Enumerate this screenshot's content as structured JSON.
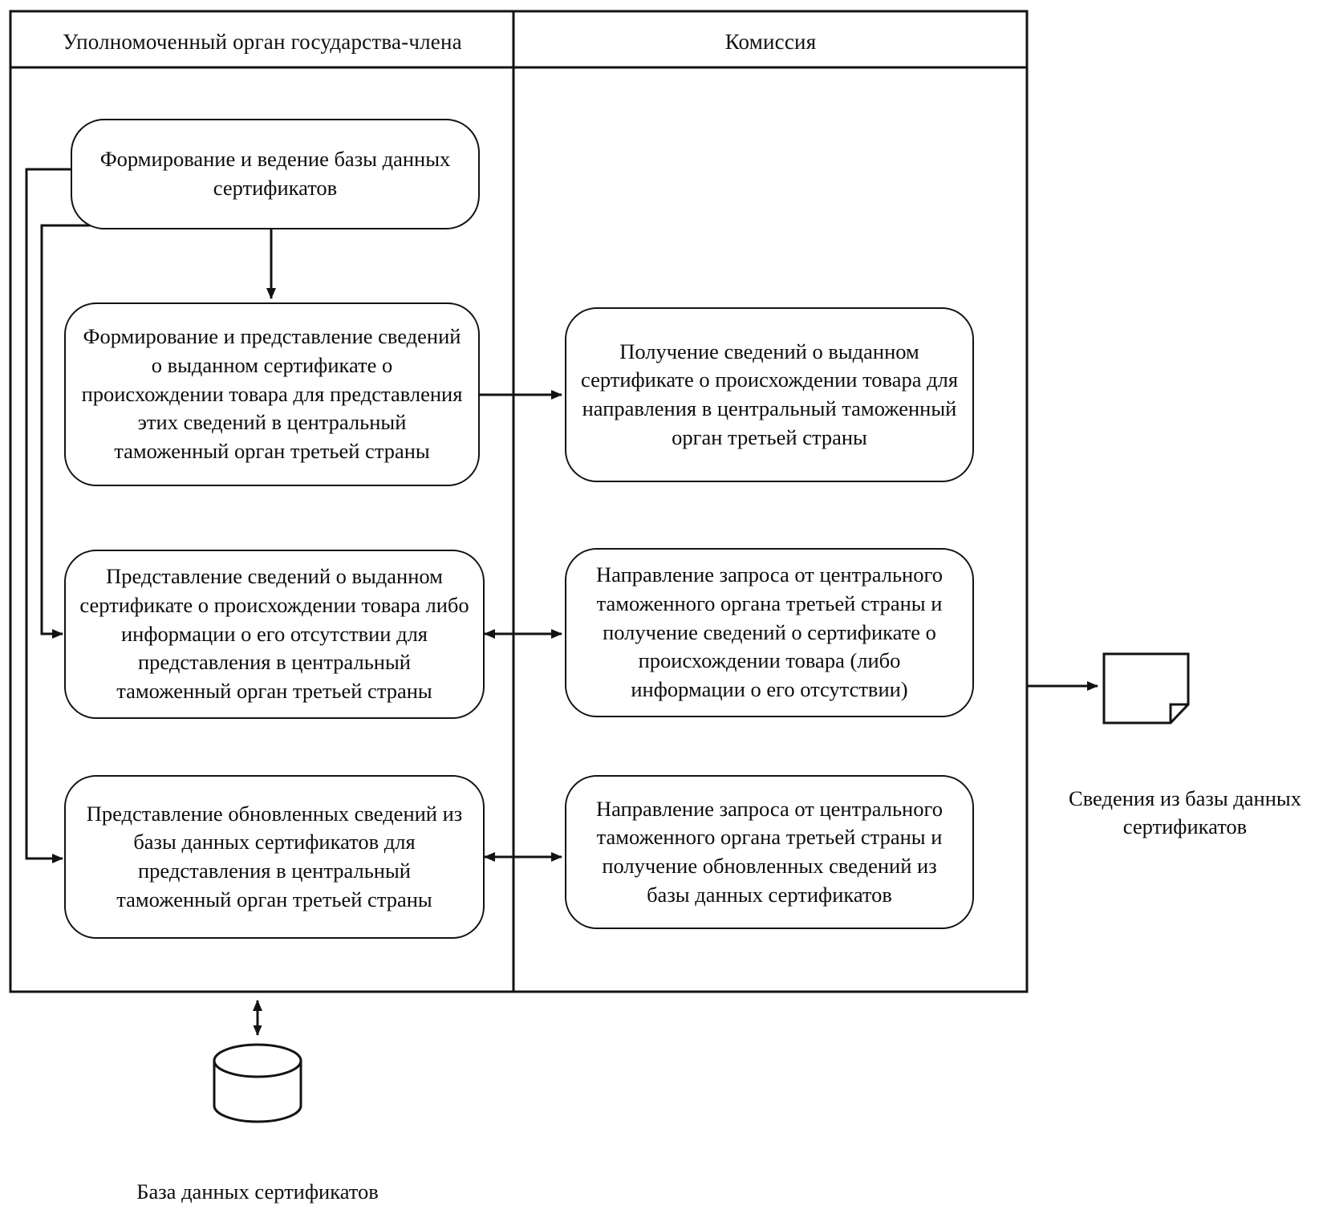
{
  "diagram": {
    "title_visible": false,
    "lanes": [
      {
        "id": "member-state-authority",
        "label": "Уполномоченный орган государства-члена"
      },
      {
        "id": "commission",
        "label": "Комиссия"
      }
    ],
    "nodes": {
      "left": [
        {
          "id": "db-maintenance",
          "text": "Формирование и ведение базы  данных сертификатов"
        },
        {
          "id": "issue-and-submit",
          "text": "Формирование и представление сведений о выданном сертификате о происхождении товара для представления этих сведений в центральный таможенный орган третьей страны"
        },
        {
          "id": "submit-info",
          "text": "Представление сведений о выданном сертификате о происхождении товара либо информации о его отсутствии для представления в центральный таможенный орган третьей страны"
        },
        {
          "id": "submit-updated",
          "text": "Представление обновленных сведений из базы данных сертификатов для представления в центральный таможенный орган третьей страны"
        }
      ],
      "right": [
        {
          "id": "receive-info",
          "text": "Получение сведений о выданном сертификате о происхождении товара для направления в центральный таможенный орган третьей страны"
        },
        {
          "id": "request-and-receive",
          "text": "Направление запроса от центрального таможенного органа третьей страны и получение сведений о сертификате о происхождении товара (либо информации о его отсутствии)"
        },
        {
          "id": "request-and-receive-updated",
          "text": "Направление запроса от центрального таможенного органа третьей страны и получение обновленных сведений из базы данных сертификатов"
        }
      ]
    },
    "artifacts": [
      {
        "id": "certificates-data-document",
        "icon": "document-icon",
        "label": "Сведения из базы данных сертификатов"
      },
      {
        "id": "certificates-database",
        "icon": "database-cylinder-icon",
        "label": "База данных сертификатов"
      }
    ],
    "colors": {
      "stroke": "#131313",
      "background": "#ffffff",
      "text": "#0d0d0d"
    }
  }
}
